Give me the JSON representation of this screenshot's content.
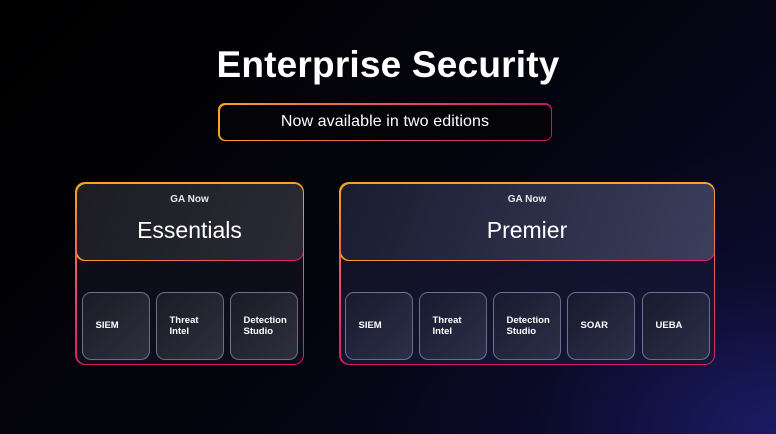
{
  "header": {
    "title": "Enterprise Security",
    "subtitle": "Now available in two editions"
  },
  "editions": [
    {
      "status": "GA Now",
      "name": "Essentials",
      "features": [
        "SIEM",
        "Threat\nIntel",
        "Detection\nStudio"
      ]
    },
    {
      "status": "GA Now",
      "name": "Premier",
      "features": [
        "SIEM",
        "Threat\nIntel",
        "Detection\nStudio",
        "SOAR",
        "UEBA"
      ]
    }
  ],
  "colors": {
    "border_gradient_start": "#f5a623",
    "border_gradient_end": "#d81b60",
    "background": "#000000"
  }
}
